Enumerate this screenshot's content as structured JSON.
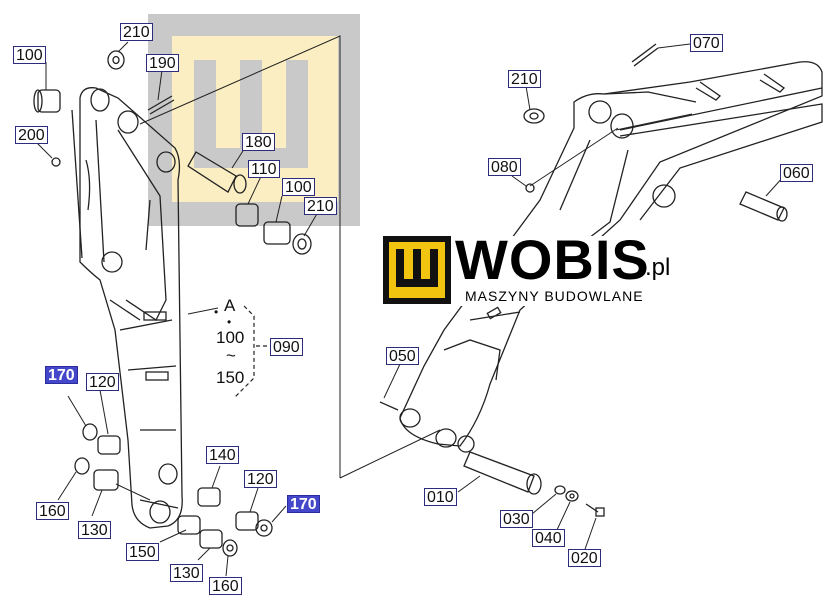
{
  "brand": {
    "name": "WOBIS",
    "tld": ".pl",
    "tagline": "MASZYNY BUDOWLANE",
    "color": "#f1c40f"
  },
  "colors": {
    "label_border": "#2c2c7a",
    "label_highlight": "#4447c9",
    "line": "#222222",
    "watermark_gray": "#c8c8c8",
    "watermark_yellow": "#fbeec2"
  },
  "callouts": {
    "p100_top": "100",
    "p210_top": "210",
    "p190": "190",
    "p200": "200",
    "p180": "180",
    "p110": "110",
    "p100_mid": "100",
    "p210_mid": "210",
    "p090": "090",
    "p170_left": "170",
    "p120_left": "120",
    "p160_left": "160",
    "p130_left": "130",
    "p140": "140",
    "p120_right": "120",
    "p170_right": "170",
    "p150": "150",
    "p130_bottom": "130",
    "p160_bottom": "160",
    "p070": "070",
    "p210_right": "210",
    "p080": "080",
    "p060": "060",
    "p050": "050",
    "p010": "010",
    "p030": "030",
    "p040": "040",
    "p020": "020"
  },
  "note": {
    "letter": "A",
    "from": "100",
    "tilde": "~",
    "to": "150"
  }
}
